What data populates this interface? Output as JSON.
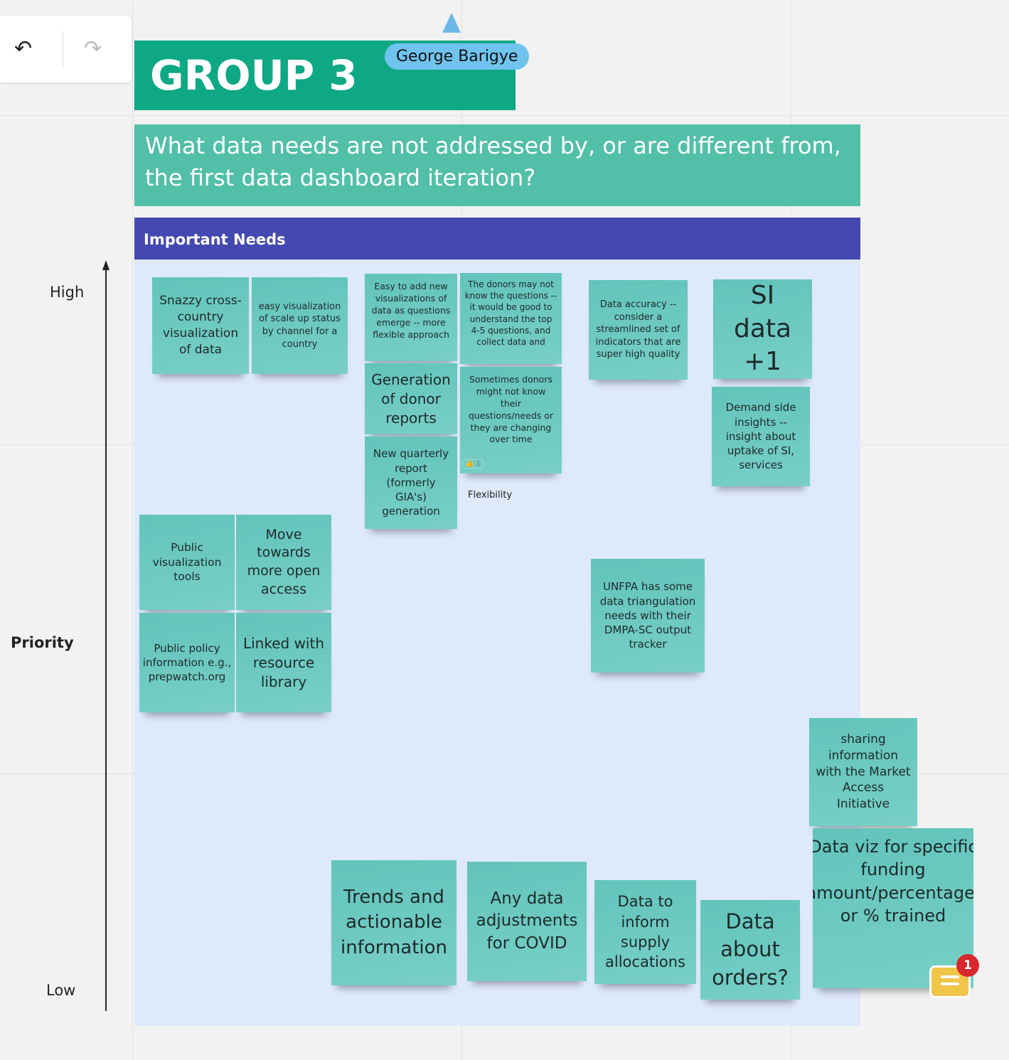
{
  "toolbar": {
    "undo_icon": "undo-arrow",
    "redo_icon": "redo-arrow",
    "undo": "↶",
    "redo": "↷"
  },
  "frame": {
    "group_title": "GROUP 3",
    "collaborator": "George Barigye",
    "question": "What data needs are not addressed by, or are different from, the first data dashboard iteration?",
    "section": "Important Needs"
  },
  "axis": {
    "high": "High",
    "low": "Low",
    "title": "Priority"
  },
  "notes": [
    "Snazzy cross-country visualization of data",
    "easy visualization of scale up status by channel for a country",
    "Easy to add new visualizations of data as questions emerge -- more flexible approach",
    "The donors may not know the questions -- it would be good to understand the top 4-5 questions, and collect data and",
    "Generation of donor reports",
    "Sometimes donors might not know their questions/needs or they are changing over time",
    "New quarterly report (formerly GIA's) generation",
    "Data accuracy -- consider a streamlined set of indicators that are super high quality",
    "SI data +1",
    "Demand side insights -- insight about uptake of SI, services",
    "Public visualization tools",
    "Move towards more open access",
    "Public policy information e.g., prepwatch.org",
    "Linked with resource library",
    "UNFPA has some data triangulation needs with their DMPA-SC output tracker",
    "sharing information with the Market Access Initiative",
    "Data viz for specific funding amount/percentage, or % trained",
    "Trends and actionable information",
    "Any data adjustments for COVID",
    "Data to inform supply allocations",
    "Data about orders?"
  ],
  "reaction": {
    "emoji": "👍",
    "count": "1"
  },
  "flexibility_label": "Flexibility",
  "comment": {
    "count": "1"
  },
  "colors": {
    "group": "#0ea885",
    "question": "#52bfa8",
    "section": "#4349b0",
    "board": "#dee9fb",
    "note": "#6ac9c0"
  }
}
